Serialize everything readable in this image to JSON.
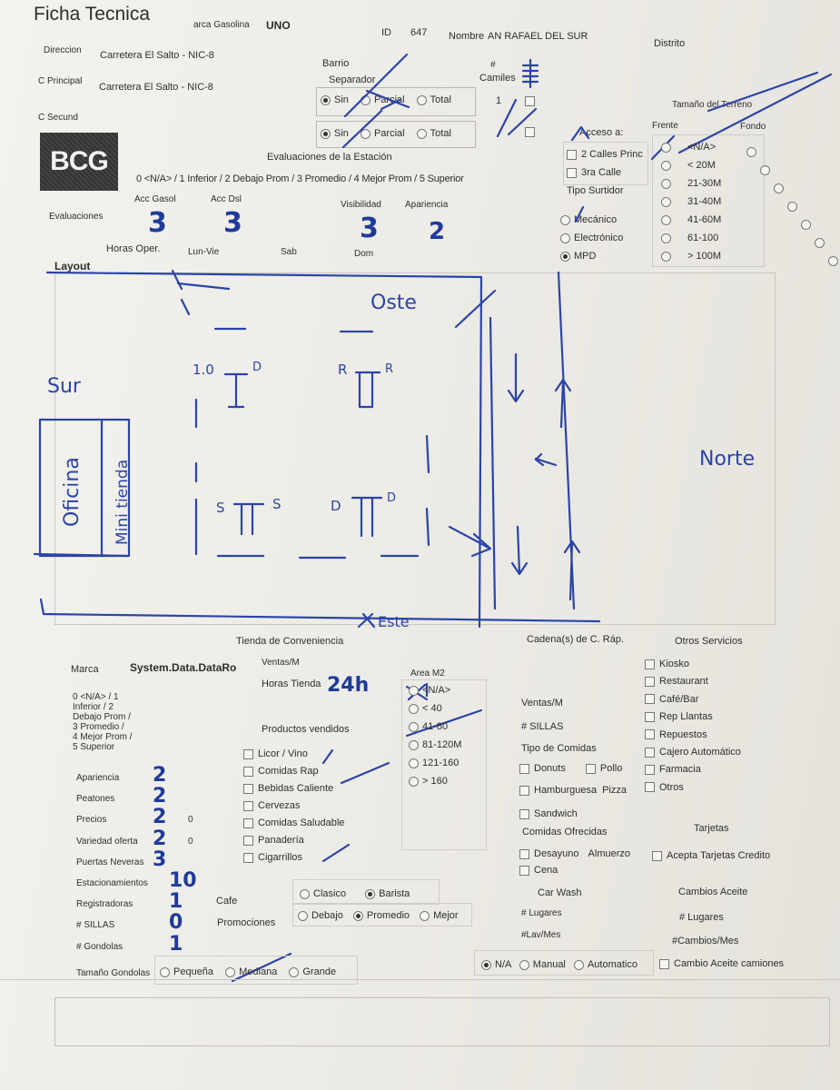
{
  "header": {
    "title": "Ficha Tecnica",
    "brand_label": "arca Gasolina",
    "brand_value": "UNO",
    "id_label": "ID",
    "id_value": "647",
    "name_label": "Nombre",
    "name_value": "AN RAFAEL DEL SUR",
    "district_label": "Distrito",
    "direccion_label": "Direccion",
    "direccion_value": "Carretera El Salto - NIC-8",
    "cprincipal_label": "C Principal",
    "cprincipal_value": "Carretera El Salto - NIC-8",
    "csecund_label": "C Secund",
    "logo_text": "BCG"
  },
  "barrio": {
    "label": "Barrio",
    "separador_label": "Separador",
    "row1": {
      "options": [
        "Sin",
        "Parcial",
        "Total"
      ],
      "selected": "Sin"
    },
    "row2": {
      "options": [
        "Sin",
        "Parcial",
        "Total"
      ],
      "selected": "Sin"
    },
    "camiles_hash": "#",
    "camiles_label": "Camiles",
    "camiles_value": "1"
  },
  "acceso": {
    "label": "Acceso a:",
    "options": [
      "2 Calles Princ",
      "3ra Calle"
    ]
  },
  "surtidor": {
    "label": "Tipo Surtidor",
    "options": [
      "Mecánico",
      "Electrónico",
      "MPD"
    ],
    "selected": "MPD"
  },
  "terreno": {
    "label": "Tamaño del Terreno",
    "frente_label": "Frente",
    "fondo_label": "Fondo",
    "sizes": [
      "<N/A>",
      "< 20M",
      "21-30M",
      "31-40M",
      "41-60M",
      "61-100",
      "> 100M"
    ]
  },
  "evaluaciones": {
    "title": "Evaluaciones de la Estación",
    "scale": "0 <N/A> / 1 Inferior / 2 Debajo Prom / 3 Promedio / 4 Mejor Prom / 5 Superior",
    "row_label": "Evaluaciones",
    "acc_gasol_label": "Acc Gasol",
    "acc_dsl_label": "Acc Dsl",
    "visibilidad_label": "Visibilidad",
    "apariencia_label": "Apariencia",
    "acc_gasol": "3",
    "acc_dsl": "3",
    "visibilidad": "3",
    "apariencia": "2",
    "horas_label": "Horas Oper.",
    "lunvie_label": "Lun-Vie",
    "sab_label": "Sab",
    "dom_label": "Dom"
  },
  "layout": {
    "label": "Layout",
    "sketch": {
      "oeste": "Oste",
      "sur": "Sur",
      "norte": "Norte",
      "este": "Este",
      "oficina": "Oficina",
      "minimarket": "Mini tienda",
      "pump1_left": "1.0",
      "pump1_right": "D",
      "pump2_left": "R",
      "pump2_right": "R",
      "pump3_left": "S",
      "pump3_right": "S",
      "pump4_left": "D",
      "pump4_right": "D"
    }
  },
  "tienda": {
    "title": "Tienda de Conveniencia",
    "marca_label": "Marca",
    "marca_value": "System.Data.DataRo",
    "ventas_label": "Ventas/M",
    "horas_label": "Horas Tienda",
    "horas_value": "24h",
    "scale_lines": [
      "0 <N/A> / 1",
      "Inferior / 2",
      "Debajo Prom /",
      "3 Promedio /",
      "4 Mejor Prom /",
      "5 Superior"
    ],
    "area_label": "Area M2",
    "area_options": [
      "<N/A>",
      "< 40",
      "41-80",
      "81-120M",
      "121-160",
      "> 160"
    ],
    "productos_label": "Productos vendidos",
    "productos": [
      "Licor / Vino",
      "Comidas Rap",
      "Bebidas Caliente",
      "Cervezas",
      "Comidas Saludable",
      "Panadería",
      "Cigarrillos"
    ],
    "ratings": [
      {
        "label": "Apariencia",
        "value": "2",
        "extra": ""
      },
      {
        "label": "Peatones",
        "value": "2",
        "extra": ""
      },
      {
        "label": "Precios",
        "value": "2",
        "extra": "0"
      },
      {
        "label": "Variedad oferta",
        "value": "2",
        "extra": "0"
      },
      {
        "label": "Puertas Neveras",
        "value": "3",
        "extra": ""
      },
      {
        "label": "Estacionamientos",
        "value": "10",
        "extra": ""
      },
      {
        "label": "Registradoras",
        "value": "1",
        "extra": ""
      },
      {
        "label": "# SILLAS",
        "value": "0",
        "extra": ""
      },
      {
        "label": "# Gondolas",
        "value": "1",
        "extra": ""
      }
    ],
    "cafe_label": "Cafe",
    "cafe_options": [
      "Clasico",
      "Barista"
    ],
    "cafe_selected": "Barista",
    "promo_label": "Promociones",
    "promo_options": [
      "Debajo",
      "Promedio",
      "Mejor"
    ],
    "promo_selected": "Promedio",
    "gondolas_size_label": "Tamaño Gondolas",
    "gondolas_sizes": [
      "Pequeña",
      "Mediana",
      "Grande"
    ]
  },
  "cadena": {
    "title": "Cadena(s) de C. Ráp.",
    "ventas_label": "Ventas/M",
    "sillas_label": "# SILLAS",
    "tipo_label": "Tipo de Comidas",
    "tipos": [
      "Donuts",
      "Pollo",
      "Hamburguesa",
      "Pizza",
      "Sandwich"
    ],
    "ofrecidas_label": "Comidas Ofrecidas",
    "ofrecidas": [
      "Desayuno",
      "Almuerzo",
      "Cena"
    ],
    "carwash_label": "Car Wash",
    "lugares_label": "# Lugares",
    "lavmes_label": "#Lav/Mes",
    "carwash_options": [
      "N/A",
      "Manual",
      "Automatico"
    ],
    "carwash_selected": "N/A"
  },
  "otros": {
    "title": "Otros Servicios",
    "items": [
      "Kiosko",
      "Restaurant",
      "Café/Bar",
      "Rep Llantas",
      "Repuestos",
      "Cajero Automático",
      "Farmacia",
      "Otros"
    ],
    "tarjetas_label": "Tarjetas",
    "tarjetas_item": "Acepta Tarjetas Credito",
    "aceite_label": "Cambios Aceite",
    "lugares_label": "# Lugares",
    "cambios_label": "#Cambios/Mes",
    "camiones_item": "Cambio Aceite camiones"
  }
}
